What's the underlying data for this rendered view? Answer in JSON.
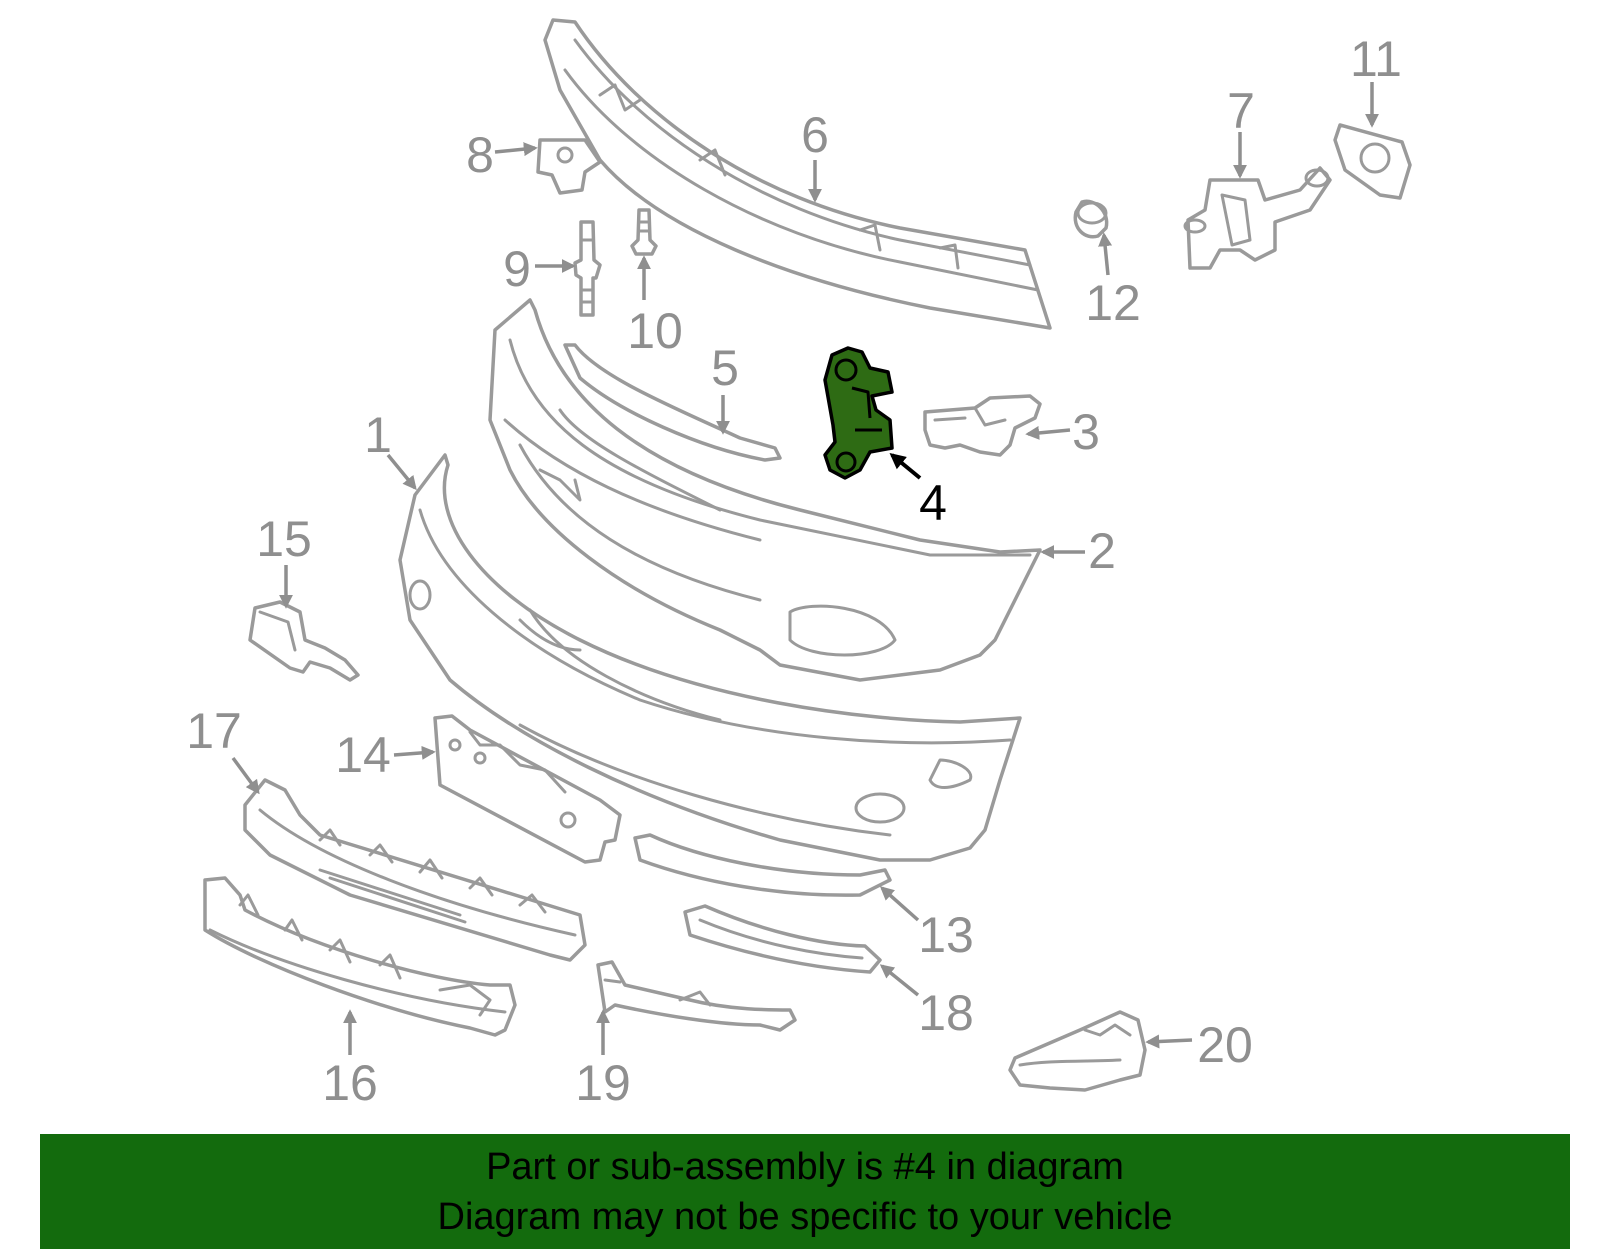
{
  "callouts": {
    "c1": "1",
    "c2": "2",
    "c3": "3",
    "c4": "4",
    "c5": "5",
    "c6": "6",
    "c7": "7",
    "c8": "8",
    "c9": "9",
    "c10": "10",
    "c11": "11",
    "c12": "12",
    "c13": "13",
    "c14": "14",
    "c15": "15",
    "c16": "16",
    "c17": "17",
    "c18": "18",
    "c19": "19",
    "c20": "20"
  },
  "highlighted_part": "4",
  "colors": {
    "highlight": "#2e6b14",
    "banner": "#136b0d",
    "outline": "#9a9a9a"
  },
  "banner": {
    "line1": "Part or sub-assembly is #4 in diagram",
    "line2": "Diagram may not be specific to your vehicle"
  }
}
